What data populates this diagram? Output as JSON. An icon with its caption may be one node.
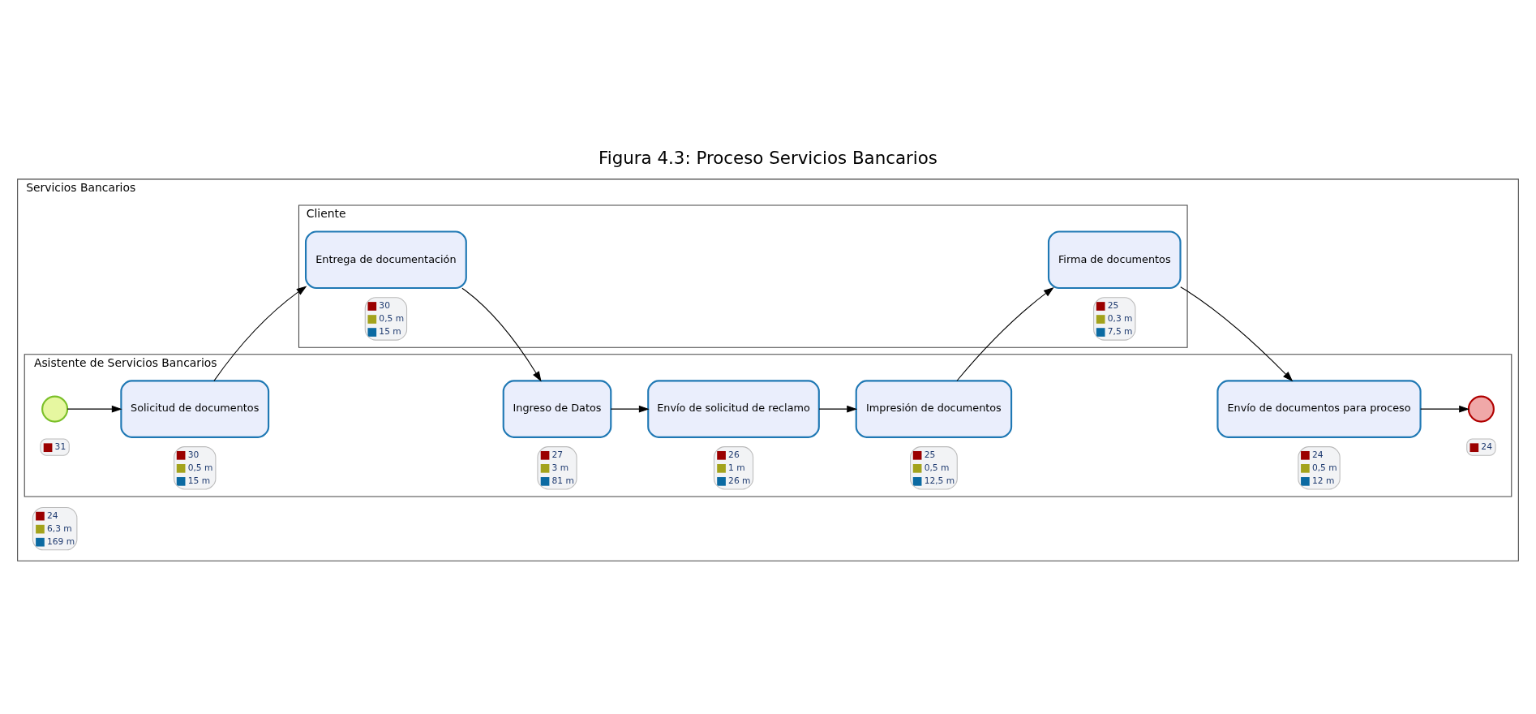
{
  "diagram": {
    "title": "Figura 4.3: Proceso Servicios Bancarios",
    "nodes": [
      {
        "text": [
          "Servicios Bancarios"
        ],
        "beside": [
          "24",
          "6,3 m",
          "169 m"
        ]
      },
      {
        "text": [
          "Cliente"
        ],
        "in": 0
      },
      {
        "text": [
          "Asistente de Servicios Bancarios"
        ],
        "in": 0
      },
      {
        "text": [
          "Entrega de documentación"
        ],
        "in": 1,
        "beside": [
          "30",
          "0,5 m",
          "15 m"
        ]
      },
      {
        "text": [
          "Firma de documentos"
        ],
        "in": 1,
        "beside": [
          "25",
          "0,3 m",
          "7,5 m"
        ]
      },
      {
        "text": [],
        "shape": "circle",
        "in": 2,
        "beside": [
          "31"
        ]
      },
      {
        "text": [
          "Solicitud de documentos"
        ],
        "in": 2,
        "beside": [
          "30",
          "0,5 m",
          "15 m"
        ]
      },
      {
        "text": [
          "Ingreso de Datos"
        ],
        "in": 2,
        "beside": [
          "27",
          "3 m",
          "81 m"
        ]
      },
      {
        "text": [
          "Envío de solicitud de reclamo"
        ],
        "in": 2,
        "beside": [
          "26",
          "1 m",
          "26 m"
        ]
      },
      {
        "text": [
          "Impresión de documentos"
        ],
        "in": 2,
        "beside": [
          "25",
          "0,5 m",
          "12,5 m"
        ]
      },
      {
        "text": [
          "Envío de documentos para proceso"
        ],
        "in": 2,
        "beside": [
          "24",
          "0,5 m",
          "12 m"
        ]
      },
      {
        "text": [],
        "shape": "circle",
        "in": 2,
        "beside": [
          "24"
        ]
      }
    ],
    "edges": [
      {
        "from": 5,
        "to": 6,
        "arrow": "to"
      },
      {
        "from": 6,
        "to": 3,
        "arrow": "to"
      },
      {
        "from": 3,
        "to": 7,
        "arrow": "to"
      },
      {
        "from": 7,
        "to": 8,
        "arrow": "to"
      },
      {
        "from": 8,
        "to": 9,
        "arrow": "to"
      },
      {
        "from": 9,
        "to": 4,
        "arrow": "to"
      },
      {
        "from": 4,
        "to": 10,
        "arrow": "to"
      },
      {
        "from": 10,
        "to": 11,
        "arrow": "to"
      }
    ]
  }
}
